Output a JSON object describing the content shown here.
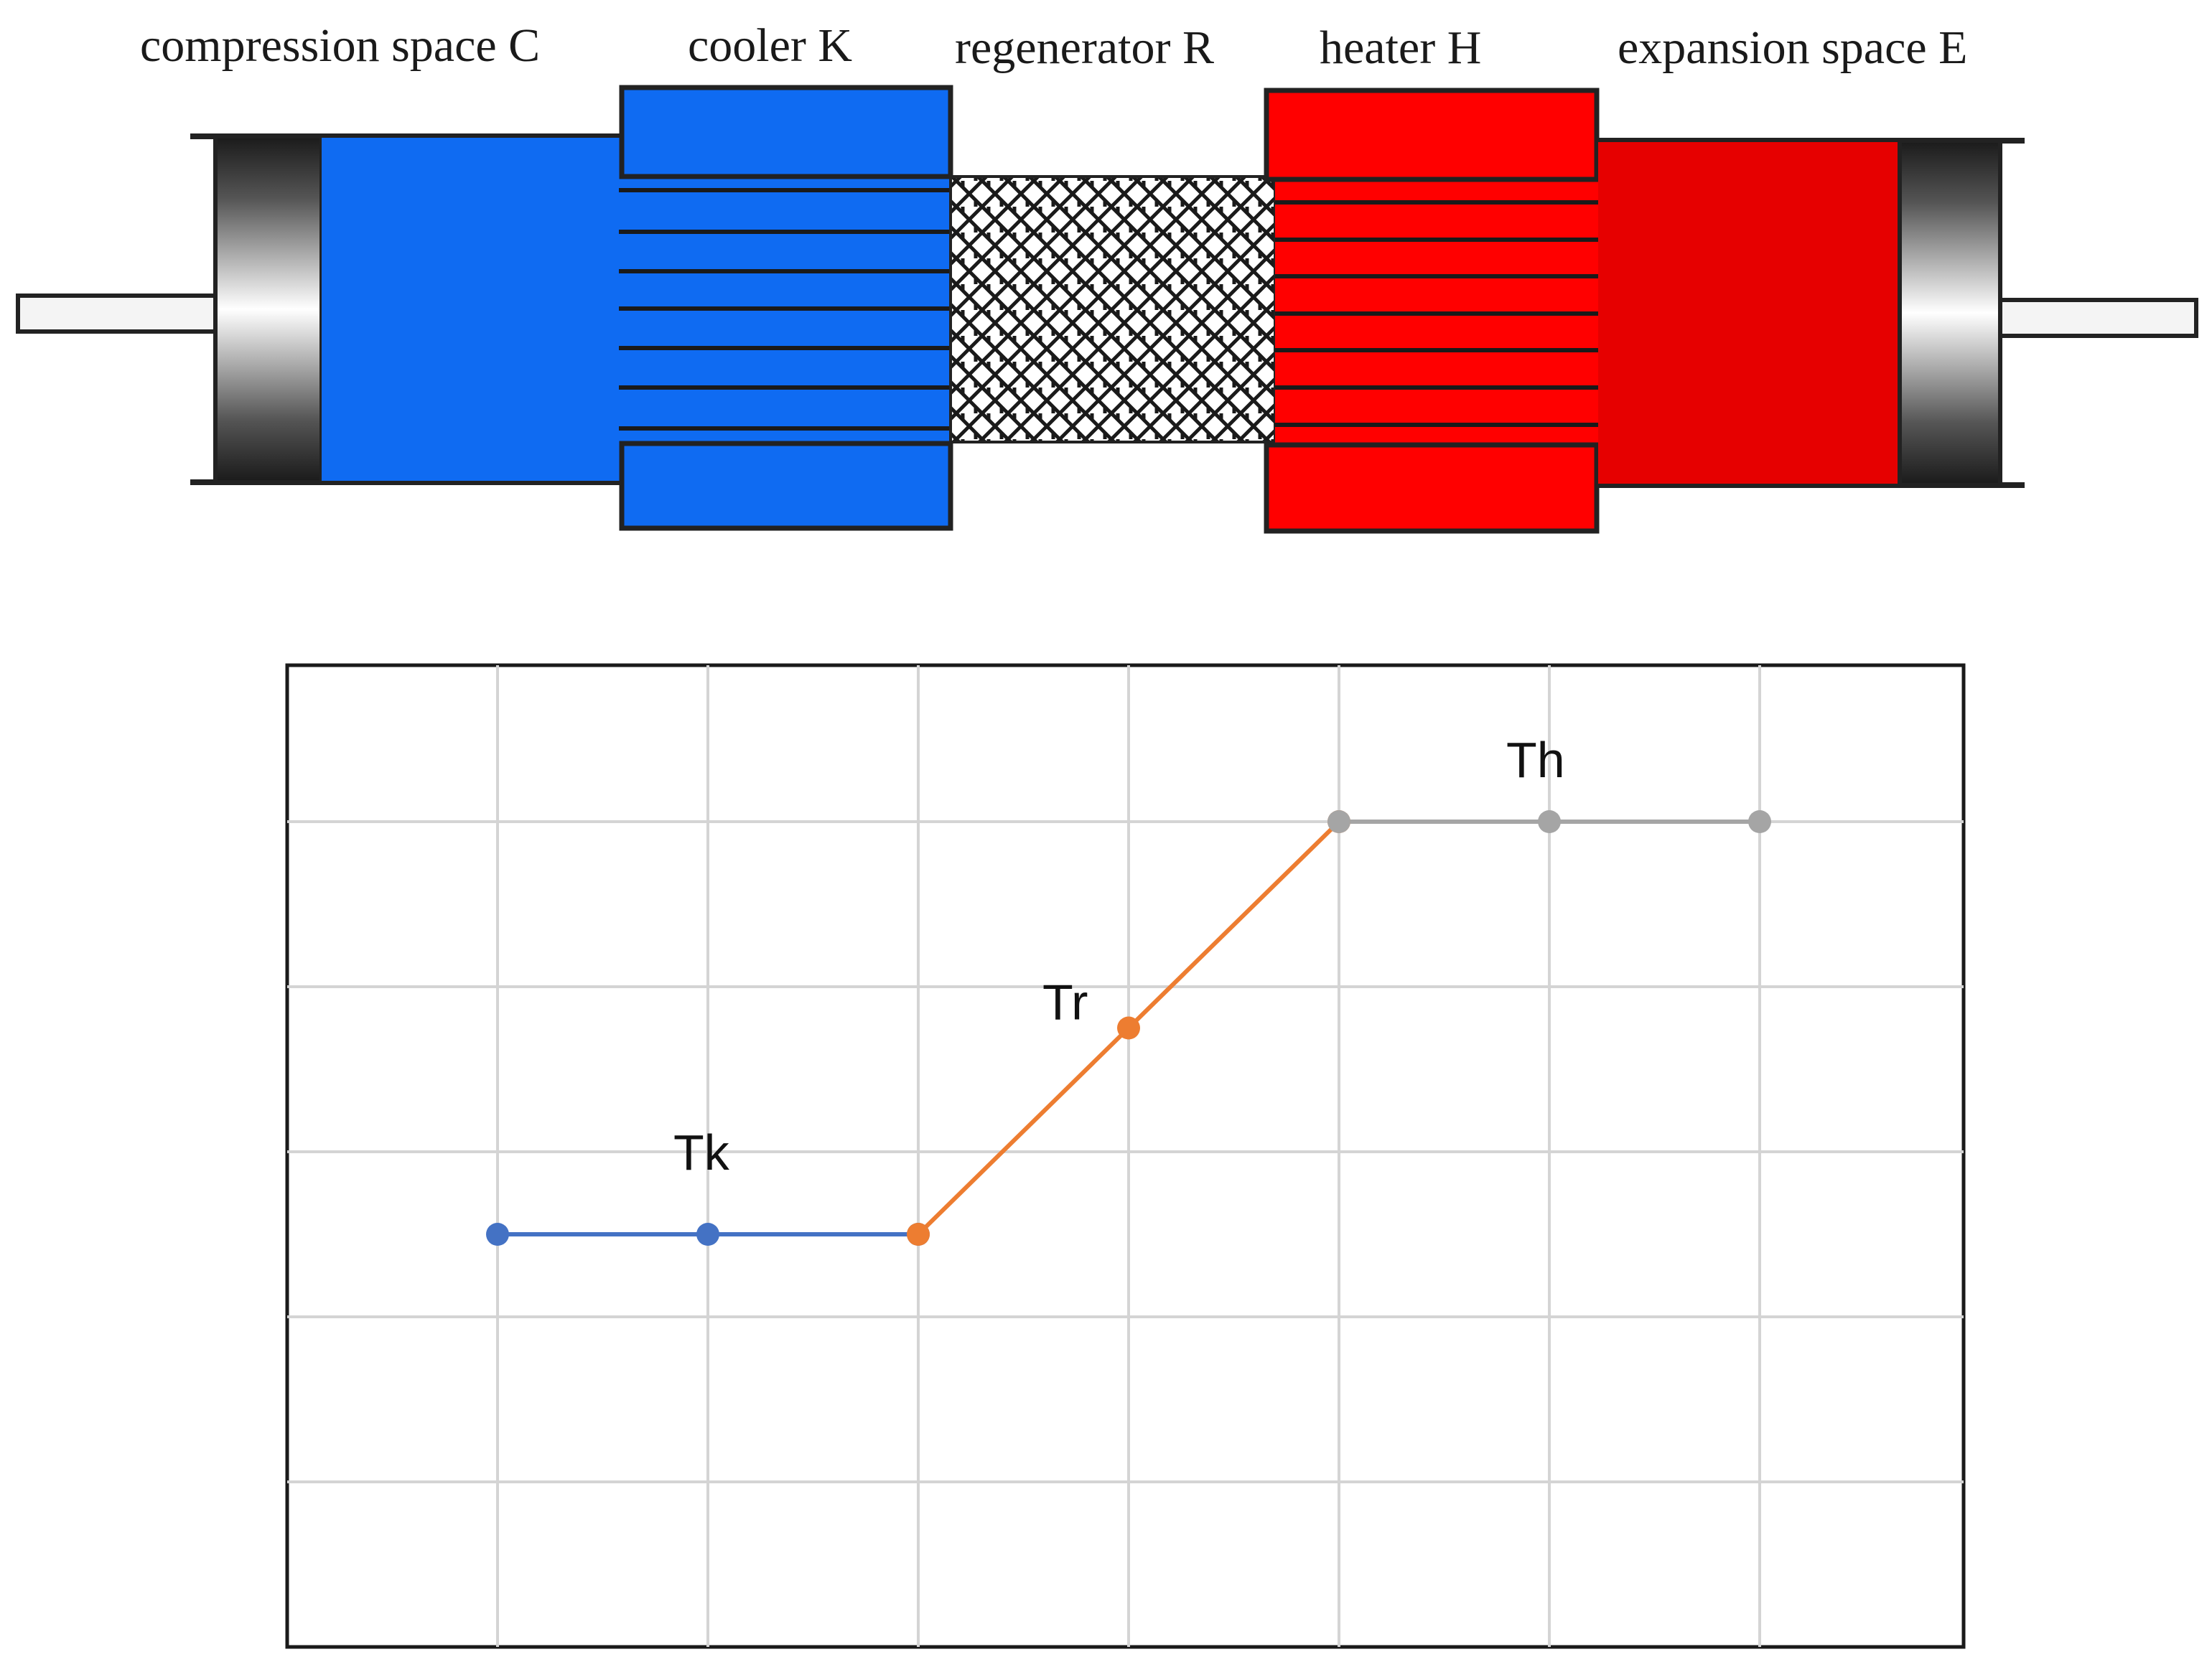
{
  "labels": {
    "compression": "compression space C",
    "cooler": "cooler K",
    "regenerator": "regenerator R",
    "heater": "heater H",
    "expansion": "expansion space E"
  },
  "colors": {
    "cold": "#0f6bf2",
    "cold_dark": "#0d5fd6",
    "hot": "#ff0000",
    "hot_dark": "#e60000",
    "grid": "#d4d4d4",
    "tk_line": "#4472c4",
    "tr_line": "#ed7d31",
    "th_line": "#a5a5a5"
  },
  "chart_data": {
    "type": "line",
    "title": "",
    "xlabel": "",
    "ylabel": "",
    "grid": true,
    "xlim": [
      0,
      8
    ],
    "ylim": [
      0,
      6
    ],
    "series": [
      {
        "name": "Tk",
        "x": [
          1,
          2,
          3
        ],
        "y": [
          2.5,
          2.5,
          2.5
        ]
      },
      {
        "name": "Tr",
        "x": [
          3,
          4,
          5
        ],
        "y": [
          2.5,
          3.75,
          5
        ]
      },
      {
        "name": "Th",
        "x": [
          5,
          6,
          7
        ],
        "y": [
          5,
          5,
          5
        ]
      }
    ]
  }
}
